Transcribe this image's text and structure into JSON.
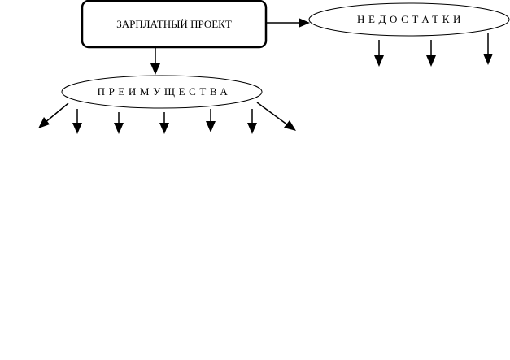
{
  "diagram": {
    "root_label": "ЗАРПЛАТНЫЙ ПРОЕКТ",
    "disadvantages_label": "НЕДОСТАТКИ",
    "advantages_label": "ПРЕИМУЩЕСТВА"
  },
  "colors": {
    "stroke": "#000000",
    "background": "#ffffff"
  }
}
